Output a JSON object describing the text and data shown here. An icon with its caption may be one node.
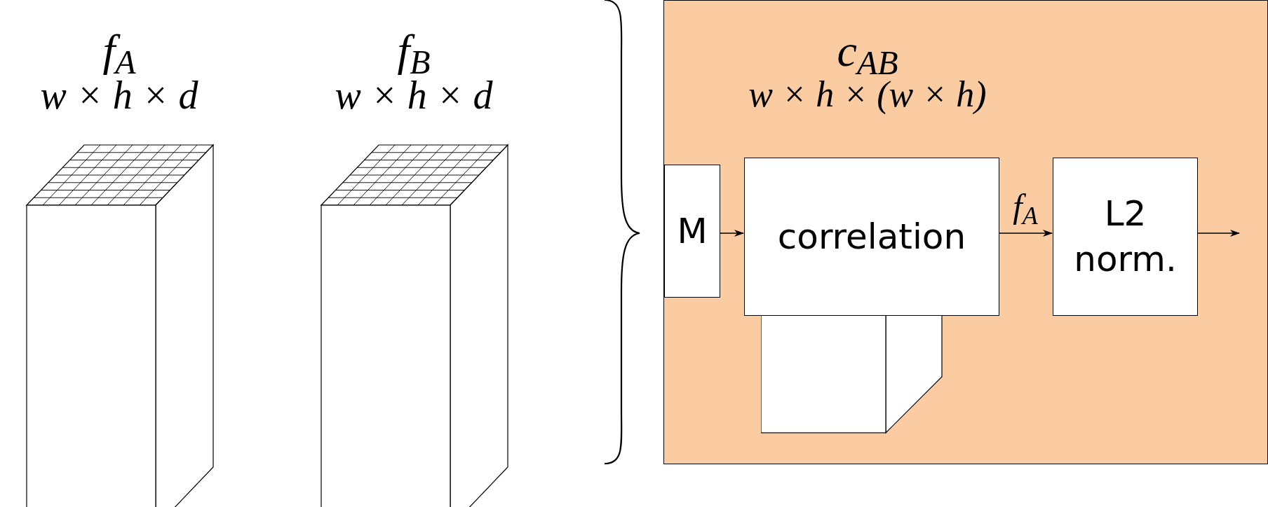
{
  "diagram": {
    "nodes": [
      {
        "text": [
          "f$_{A}$",
          "w × h × d"
        ]
      },
      {
        "text": [
          "f$_{B}$",
          "w × h × d"
        ]
      },
      {
        "text": [
          "c$_{AB}$",
          "w × h × (w × h)"
        ]
      },
      {
        "text": [
          "M"
        ],
        "in": 2
      },
      {
        "text": [],
        "shape": "box",
        "in": 2
      },
      {
        "text": [
          "correlation"
        ],
        "in": 2
      },
      {
        "text": [
          "L2 norm."
        ],
        "in": 2
      }
    ],
    "edges": [
      {
        "from": 3,
        "to": 5,
        "arrow": "to"
      },
      {
        "from": 5,
        "to": 6,
        "arrow": "to",
        "label": "f$_{A}$"
      },
      {
        "from": 6,
        "to": null,
        "arrow": "to"
      }
    ]
  }
}
